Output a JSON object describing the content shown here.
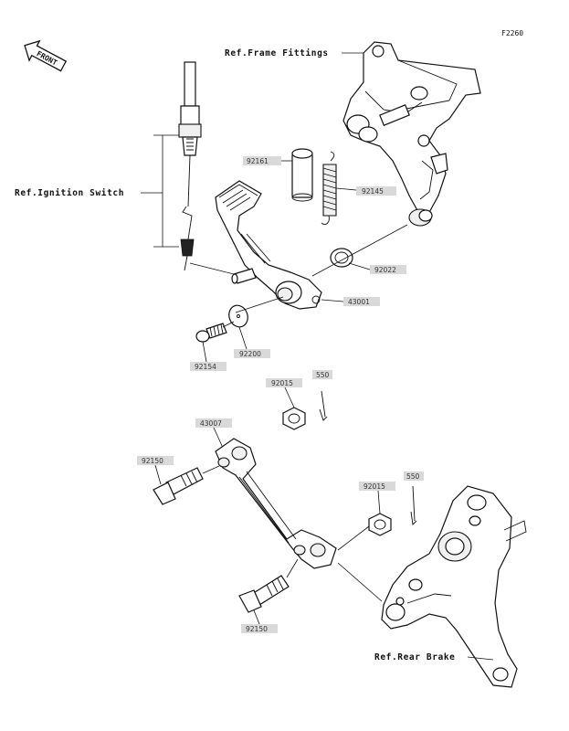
{
  "diagram": {
    "code": "F2260",
    "front_label": "FRONT",
    "refs": {
      "frame_fittings": "Ref.Frame Fittings",
      "ignition_switch": "Ref.Ignition Switch",
      "rear_brake": "Ref.Rear Brake"
    },
    "parts": {
      "p92161": "92161",
      "p92145": "92145",
      "p92022": "92022",
      "p43001": "43001",
      "p92200": "92200",
      "p92154": "92154",
      "p92015a": "92015",
      "p550a": "550",
      "p43007": "43007",
      "p92150a": "92150",
      "p92015b": "92015",
      "p550b": "550",
      "p92150b": "92150"
    }
  }
}
